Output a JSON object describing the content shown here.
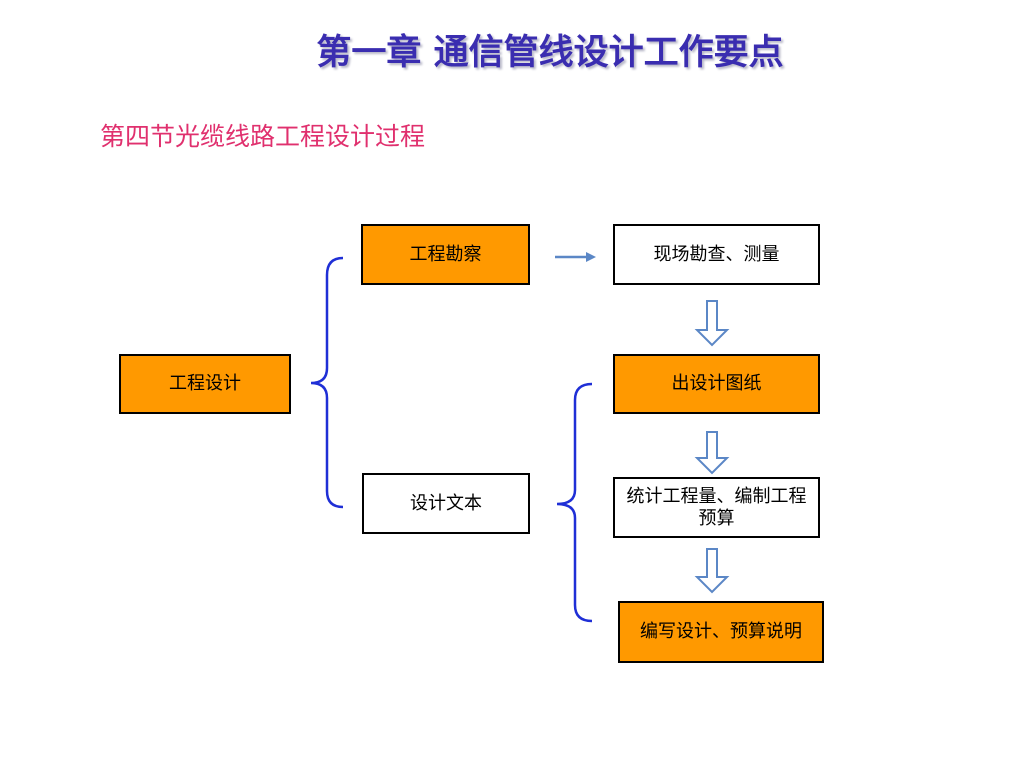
{
  "slide": {
    "title": "第一章 通信管线设计工作要点",
    "subtitle": "第四节光缆线路工程设计过程"
  },
  "diagram": {
    "boxes": {
      "engineering_design": "工程设计",
      "survey": "工程勘察",
      "design_text": "设计文本",
      "site_survey": "现场勘查、测量",
      "drawings": "出设计图纸",
      "statistics": "统计工程量、编制工程预算",
      "write_docs": "编写设计、预算说明"
    }
  },
  "colors": {
    "title": "#3a2db0",
    "subtitle": "#e0306e",
    "box_fill": "#ff9900",
    "brace": "#1f2fd6",
    "arrow": "#5b87c6"
  }
}
